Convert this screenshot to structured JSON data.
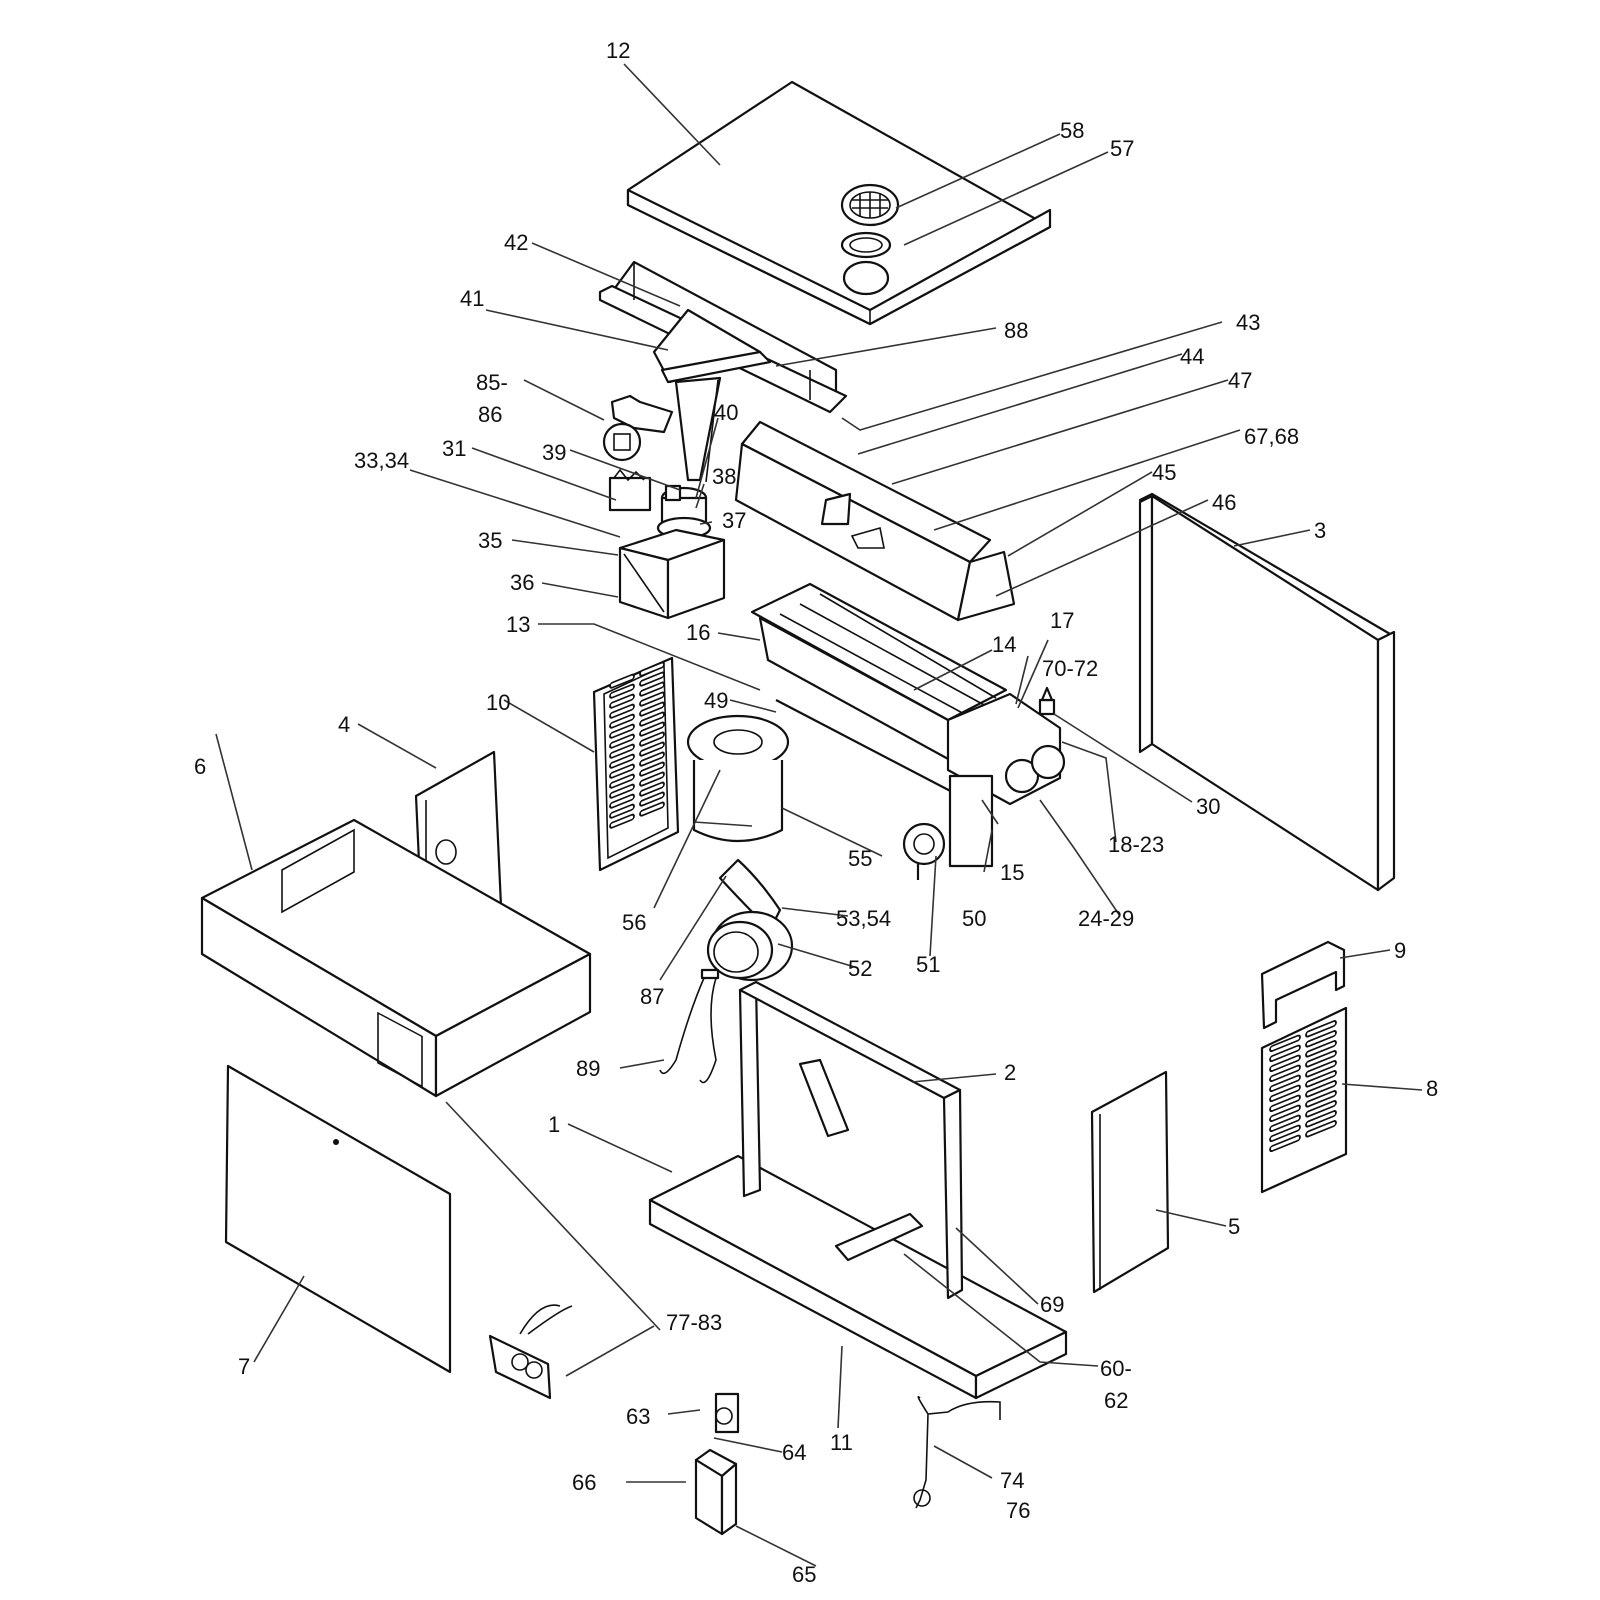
{
  "diagram": {
    "type": "exploded-parts-diagram",
    "subject": "heater / boiler cabinet assembly",
    "callouts": [
      {
        "id": "c12",
        "text": "12"
      },
      {
        "id": "c58",
        "text": "58"
      },
      {
        "id": "c57",
        "text": "57"
      },
      {
        "id": "c42",
        "text": "42"
      },
      {
        "id": "c41",
        "text": "41"
      },
      {
        "id": "c88",
        "text": "88"
      },
      {
        "id": "c43",
        "text": "43"
      },
      {
        "id": "c44",
        "text": "44"
      },
      {
        "id": "c47",
        "text": "47"
      },
      {
        "id": "c8586a",
        "text": "85-"
      },
      {
        "id": "c8586b",
        "text": "86"
      },
      {
        "id": "c40",
        "text": "40"
      },
      {
        "id": "c39",
        "text": "39"
      },
      {
        "id": "c31",
        "text": "31"
      },
      {
        "id": "c3334",
        "text": "33,34"
      },
      {
        "id": "c38",
        "text": "38"
      },
      {
        "id": "c37",
        "text": "37"
      },
      {
        "id": "c6768",
        "text": "67,68"
      },
      {
        "id": "c45",
        "text": "45"
      },
      {
        "id": "c46",
        "text": "46"
      },
      {
        "id": "c3",
        "text": "3"
      },
      {
        "id": "c35",
        "text": "35"
      },
      {
        "id": "c36",
        "text": "36"
      },
      {
        "id": "c13",
        "text": "13"
      },
      {
        "id": "c16",
        "text": "16"
      },
      {
        "id": "c17",
        "text": "17"
      },
      {
        "id": "c14",
        "text": "14"
      },
      {
        "id": "c7072",
        "text": "70-72"
      },
      {
        "id": "c10",
        "text": "10"
      },
      {
        "id": "c49",
        "text": "49"
      },
      {
        "id": "c4",
        "text": "4"
      },
      {
        "id": "c6",
        "text": "6"
      },
      {
        "id": "c30",
        "text": "30"
      },
      {
        "id": "c1823",
        "text": "18-23"
      },
      {
        "id": "c55",
        "text": "55"
      },
      {
        "id": "c15",
        "text": "15"
      },
      {
        "id": "c56",
        "text": "56"
      },
      {
        "id": "c5354",
        "text": "53,54"
      },
      {
        "id": "c50",
        "text": "50"
      },
      {
        "id": "c2429",
        "text": "24-29"
      },
      {
        "id": "c51",
        "text": "51"
      },
      {
        "id": "c52",
        "text": "52"
      },
      {
        "id": "c87",
        "text": "87"
      },
      {
        "id": "c9",
        "text": "9"
      },
      {
        "id": "c89",
        "text": "89"
      },
      {
        "id": "c2",
        "text": "2"
      },
      {
        "id": "c8",
        "text": "8"
      },
      {
        "id": "c1",
        "text": "1"
      },
      {
        "id": "c5",
        "text": "5"
      },
      {
        "id": "c69",
        "text": "69"
      },
      {
        "id": "c7783",
        "text": "77-83"
      },
      {
        "id": "c7",
        "text": "7"
      },
      {
        "id": "c6062a",
        "text": "60-"
      },
      {
        "id": "c6062b",
        "text": "62"
      },
      {
        "id": "c63",
        "text": "63"
      },
      {
        "id": "c11",
        "text": "11"
      },
      {
        "id": "c64",
        "text": "64"
      },
      {
        "id": "c66",
        "text": "66"
      },
      {
        "id": "c74",
        "text": "74"
      },
      {
        "id": "c76",
        "text": "76"
      },
      {
        "id": "c65",
        "text": "65"
      }
    ]
  }
}
